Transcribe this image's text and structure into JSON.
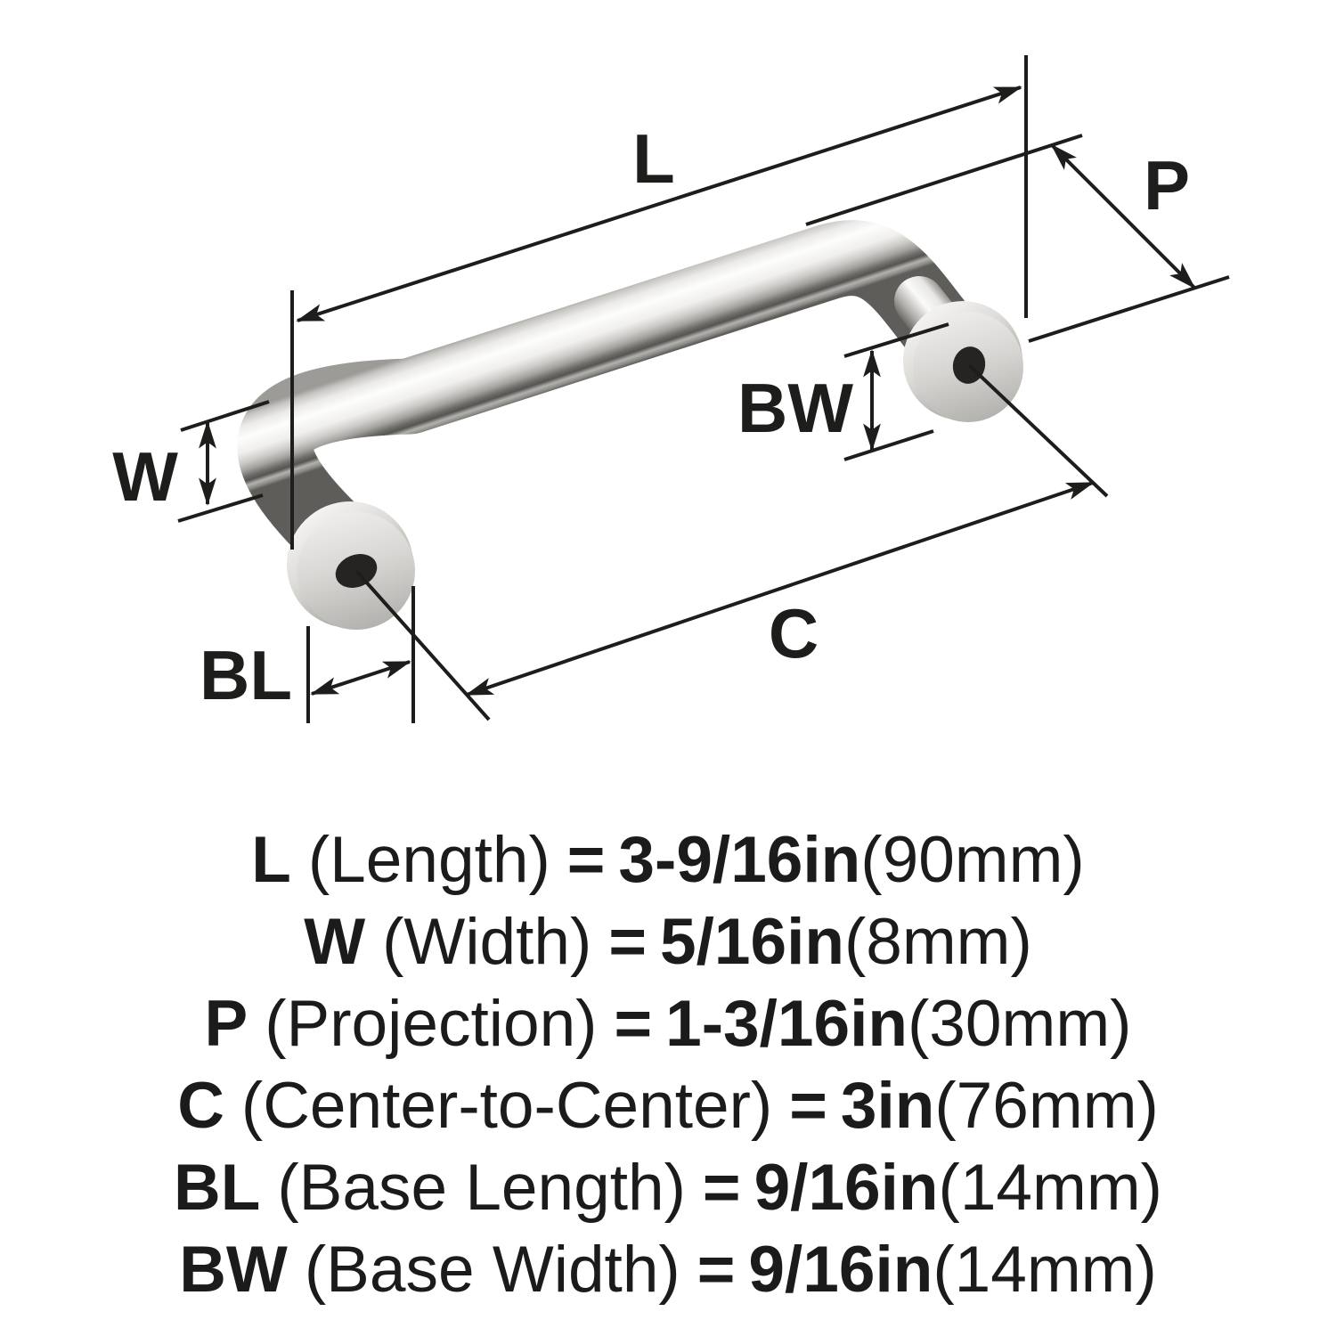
{
  "diagram": {
    "labels": {
      "length": "L",
      "projection": "P",
      "width": "W",
      "base_width": "BW",
      "center_to_center": "C",
      "base_length": "BL"
    }
  },
  "specs": [
    {
      "symbol": "L",
      "label": "(Length)",
      "equals": "=",
      "value": "3-9/16in",
      "metric": "(90mm)"
    },
    {
      "symbol": "W",
      "label": "(Width)",
      "equals": "=",
      "value": "5/16in",
      "metric": "(8mm)"
    },
    {
      "symbol": "P",
      "label": "(Projection)",
      "equals": "=",
      "value": "1-3/16in",
      "metric": "(30mm)"
    },
    {
      "symbol": "C",
      "label": "(Center-to-Center)",
      "equals": "=",
      "value": "3in",
      "metric": "(76mm)"
    },
    {
      "symbol": "BL",
      "label": "(Base Length)",
      "equals": "=",
      "value": "9/16in",
      "metric": "(14mm)"
    },
    {
      "symbol": "BW",
      "label": "(Base Width)",
      "equals": "=",
      "value": "9/16in",
      "metric": "(14mm)"
    }
  ],
  "colors": {
    "background": "#ffffff",
    "line_color": "#1d1d1b",
    "text_color": "#1b1b1b",
    "metal_highlight": "#fdfdfc",
    "metal_mid": "#cfcdca",
    "metal_dark": "#5f5d5a",
    "hole_color": "#262422"
  }
}
